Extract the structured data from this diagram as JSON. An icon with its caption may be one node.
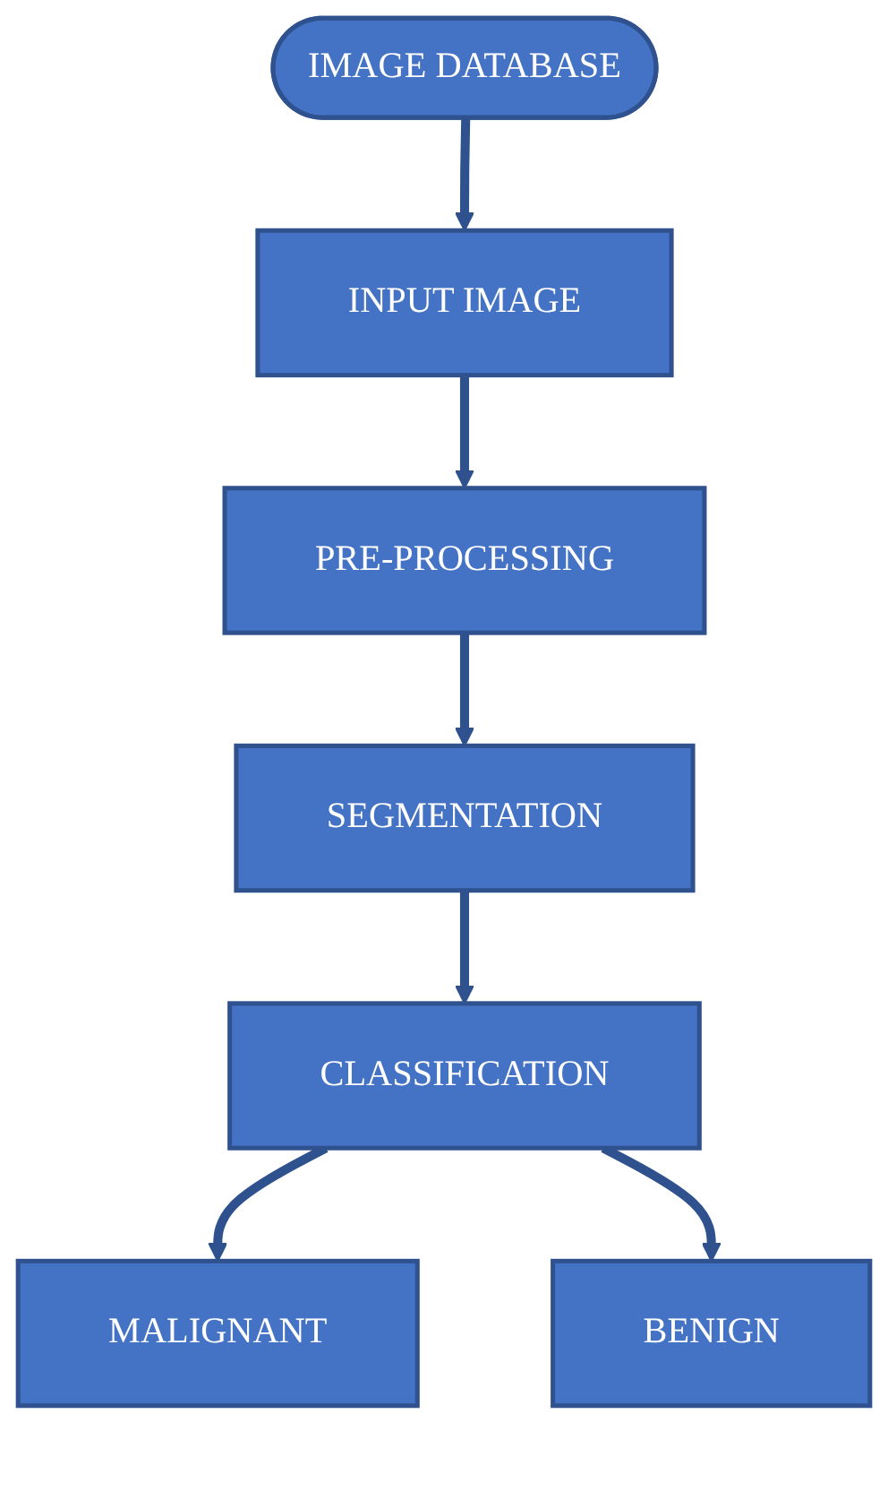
{
  "diagram": {
    "nodes": [
      {
        "text": [
          "IMAGE DATABASE"
        ]
      },
      {
        "text": [
          "INPUT IMAGE"
        ]
      },
      {
        "text": [
          "PRE-PROCESSING"
        ]
      },
      {
        "text": [
          "SEGMENTATION"
        ]
      },
      {
        "text": [
          "CLASSIFICATION"
        ]
      },
      {
        "text": [
          "MALIGNANT"
        ]
      },
      {
        "text": [
          "BENIGN"
        ]
      }
    ],
    "edges": [
      {
        "from": 0,
        "to": 1,
        "arrow": "to"
      },
      {
        "from": 1,
        "to": 2,
        "arrow": "to"
      },
      {
        "from": 2,
        "to": 3,
        "arrow": "to"
      },
      {
        "from": 3,
        "to": 4,
        "arrow": "to"
      },
      {
        "from": 4,
        "to": 5,
        "arrow": "to"
      },
      {
        "from": 4,
        "to": 6,
        "arrow": "to"
      }
    ]
  }
}
